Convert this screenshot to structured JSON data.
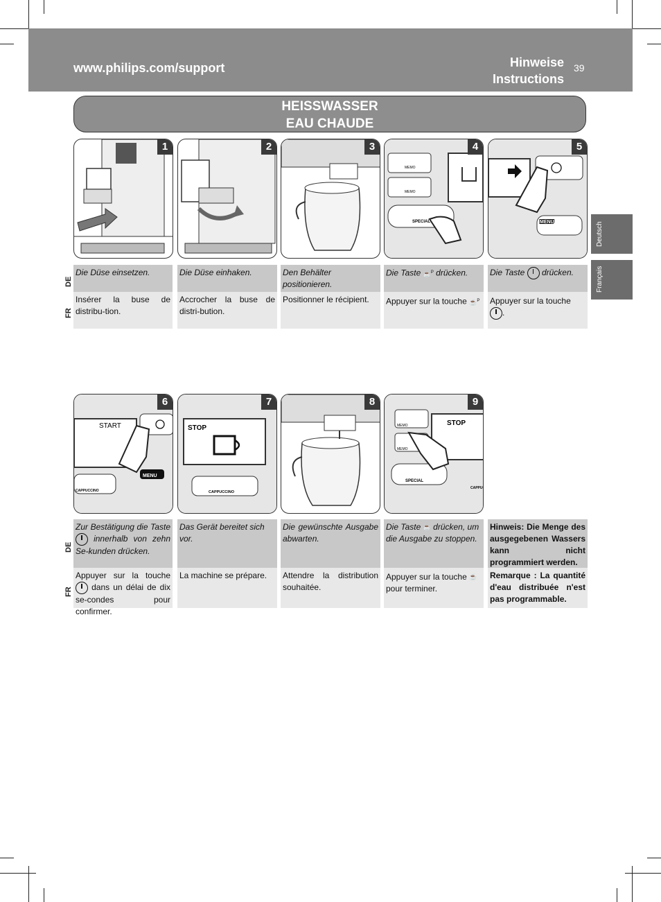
{
  "header": {
    "url": "www.philips.com/support",
    "title_de": "Hinweise",
    "title_fr": "Instructions",
    "page_number": "39"
  },
  "banner": {
    "line1": "HEISSWASSER",
    "line2": "EAU CHAUDE"
  },
  "side_tabs": [
    "Deutsch",
    "Français"
  ],
  "lang_labels": {
    "de": "DE",
    "fr": "FR"
  },
  "illustration_labels": {
    "memo": "MEMO",
    "special": "SPECIAL",
    "menu": "MENU",
    "start": "START",
    "stop": "STOP",
    "cappuccino": "CAPPUCCINO"
  },
  "steps_row1": [
    {
      "num": "1",
      "de": "Die Düse einsetzen.",
      "fr": "Insérer la buse de distribu-tion."
    },
    {
      "num": "2",
      "de": "Die Düse einhaken.",
      "fr": "Accrocher la buse de distri-bution."
    },
    {
      "num": "3",
      "de": "Den Behälter positionieren.",
      "fr": "Positionner le récipient."
    },
    {
      "num": "4",
      "de_a": "Die Taste",
      "de_b": "drücken.",
      "fr_a": "Appuyer sur la touche",
      "fr_b": ""
    },
    {
      "num": "5",
      "de_a": "Die Taste",
      "de_b": "drücken.",
      "fr_a": "Appuyer sur la touche",
      "fr_b": "."
    }
  ],
  "steps_row2": [
    {
      "num": "6",
      "de_a": "Zur Bestätigung die Taste",
      "de_b": "innerhalb von zehn Se-kunden drücken.",
      "fr_a": "Appuyer sur la touche",
      "fr_b": "dans un délai de dix se-condes pour confirmer."
    },
    {
      "num": "7",
      "de": "Das Gerät bereitet sich vor.",
      "fr": "La machine se prépare."
    },
    {
      "num": "8",
      "de": "Die gewünschte Ausgabe abwarten.",
      "fr": "Attendre la distribution souhaitée."
    },
    {
      "num": "9",
      "de_a": "Die Taste",
      "de_b": "drücken, um die Ausgabe zu stoppen.",
      "fr_a": "Appuyer sur la touche",
      "fr_b": "pour terminer."
    }
  ],
  "note": {
    "de": "Hinweis: Die Menge des ausgegebenen Wassers kann nicht programmiert werden.",
    "fr": "Remarque : La quantité d'eau distribuée n'est pas programmable."
  },
  "colors": {
    "header": "#8c8c8c",
    "banner": "#8e8e8e",
    "side_tab": "#6c6c6c",
    "de_row": "#c8c8c8",
    "fr_row": "#e8e8e8"
  }
}
